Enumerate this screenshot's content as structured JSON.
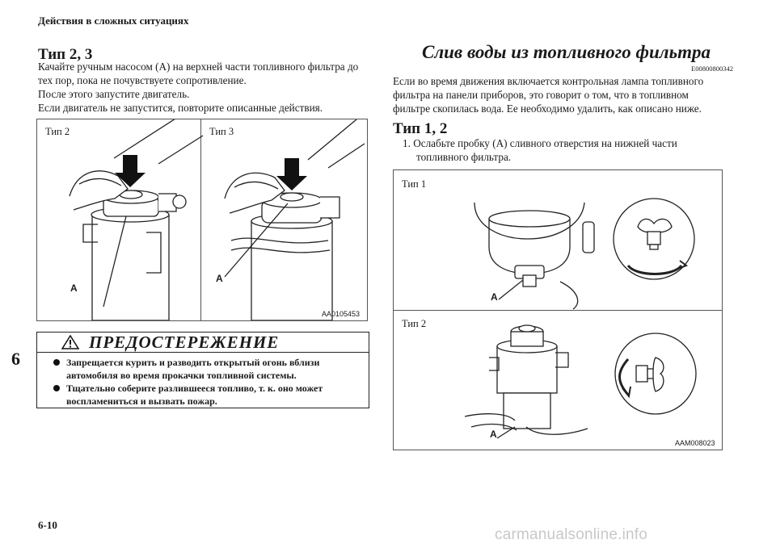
{
  "header": {
    "section_title": "Действия в сложных ситуациях"
  },
  "side_tab": {
    "chapter": "6"
  },
  "footer": {
    "page_number": "6-10",
    "watermark": "carmanualsonline.info"
  },
  "left": {
    "heading": "Тип 2, 3",
    "paragraphs": [
      "Качайте ручным насосом (A) на верхней части топливного фильтра до",
      "тех пор, пока не почувствуете сопротивление.",
      "После этого запустите двигатель.",
      "Если двигатель не запустится, повторите описанные действия."
    ],
    "figure": {
      "label_left": "Тип 2",
      "label_right": "Тип 3",
      "callout_left": "A",
      "callout_right": "A",
      "code": "AA0105453"
    },
    "warning": {
      "title": "ПРЕДОСТЕРЕЖЕНИЕ",
      "items": [
        "Запрещается курить и разводить открытый огонь вблизи автомобиля во время прокачки топливной системы.",
        "Тщательно соберите разлившееся топливо, т. к. оно может воспламениться и вызвать пожар."
      ]
    }
  },
  "right": {
    "title": "Слив воды из топливного фильтра",
    "code": "E00800800342",
    "paragraphs": [
      "Если во время движения включается контрольная лампа топливного",
      "фильтра на панели приборов, это говорит о том, что в топливном",
      "фильтре скопилась вода. Ее необходимо удалить, как описано ниже."
    ],
    "heading": "Тип 1, 2",
    "step": {
      "number": "1.",
      "line1": "Ослабьте пробку (A) сливного отверстия на нижней части",
      "line2": "топливного фильтра."
    },
    "figure": {
      "label_top": "Тип 1",
      "label_bottom": "Тип 2",
      "callout_top": "A",
      "callout_bottom": "A",
      "code": "AAM008023"
    }
  }
}
